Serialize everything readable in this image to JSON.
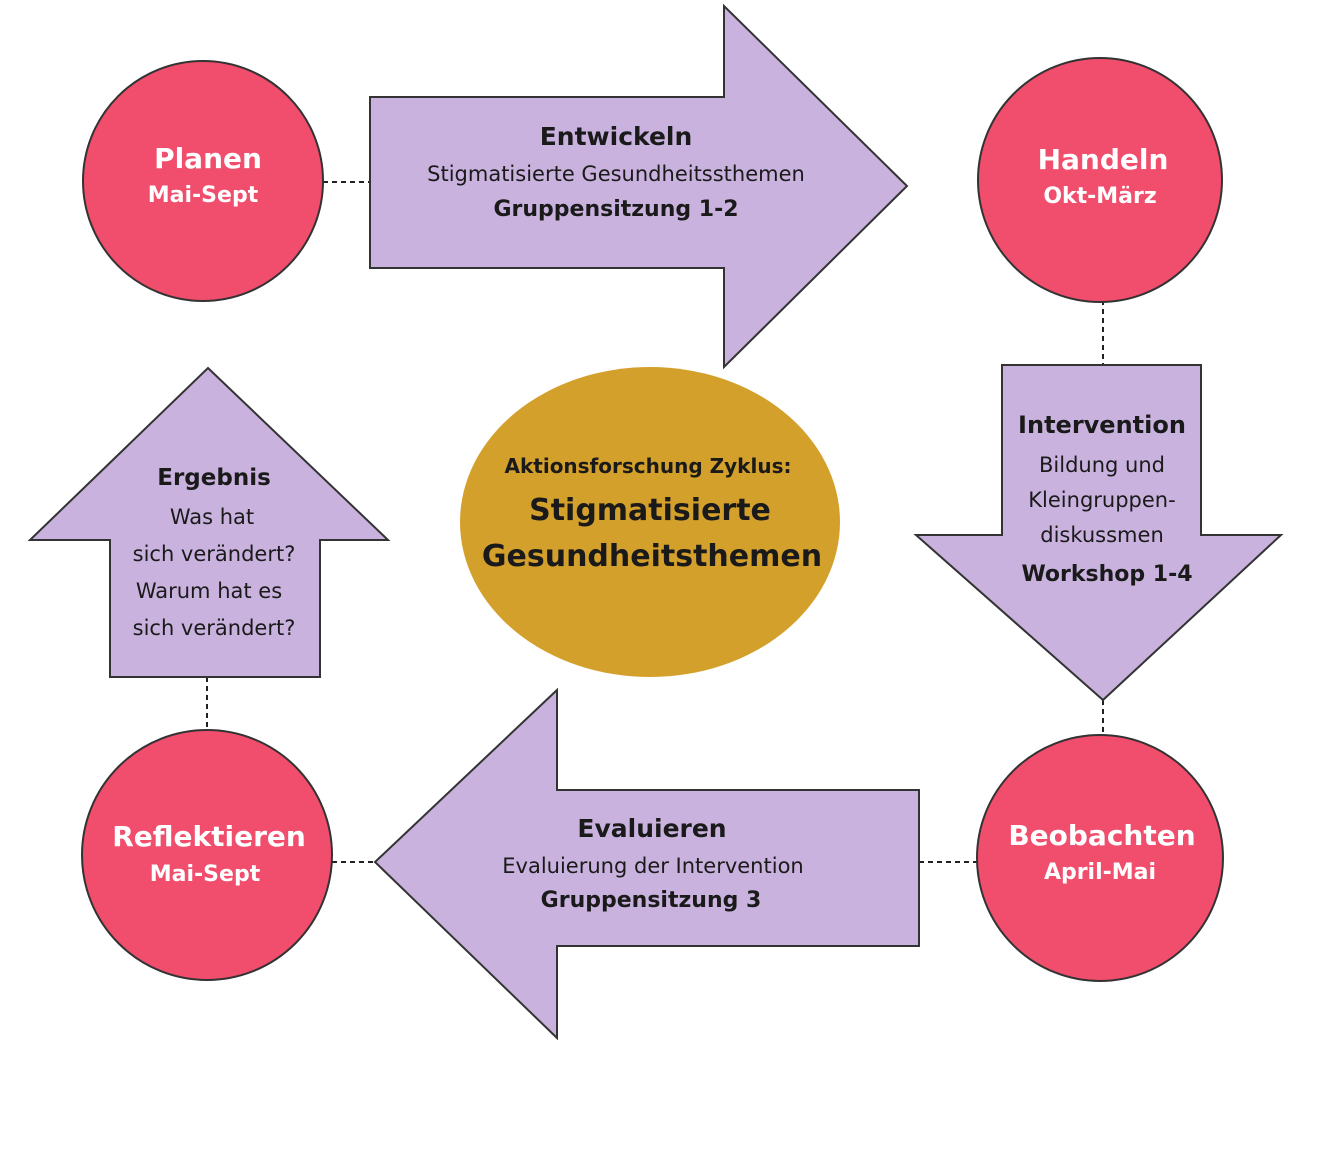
{
  "colors": {
    "circle": "#f14d6c",
    "arrow": "#c9b2de",
    "center": "#d4a02c"
  },
  "center": {
    "title": "Aktionsforschung Zyklus:",
    "line1": "Stigmatisierte",
    "line2": "Gesundheitsthemen"
  },
  "phases": {
    "planen": {
      "title": "Planen",
      "period": "Mai-Sept"
    },
    "handeln": {
      "title": "Handeln",
      "period": "Okt-März"
    },
    "beobachten": {
      "title": "Beobachten",
      "period": "April-Mai"
    },
    "reflektieren": {
      "title": "Reflektieren",
      "period": "Mai-Sept"
    }
  },
  "arrows": {
    "entwickeln": {
      "title": "Entwickeln",
      "text": "Stigmatisierte Gesundheitssthemen",
      "session": "Gruppensitzung 1-2"
    },
    "intervention": {
      "title": "Intervention",
      "lines": [
        "Bildung und",
        "Kleingruppen-",
        "diskussmen"
      ],
      "session": "Workshop 1-4"
    },
    "evaluieren": {
      "title": "Evaluieren",
      "text": "Evaluierung der Intervention",
      "session": "Gruppensitzung 3"
    },
    "ergebnis": {
      "title": "Ergebnis",
      "lines": [
        "Was hat",
        "sich verändert?",
        "Warum hat es",
        "sich verändert?"
      ]
    }
  }
}
